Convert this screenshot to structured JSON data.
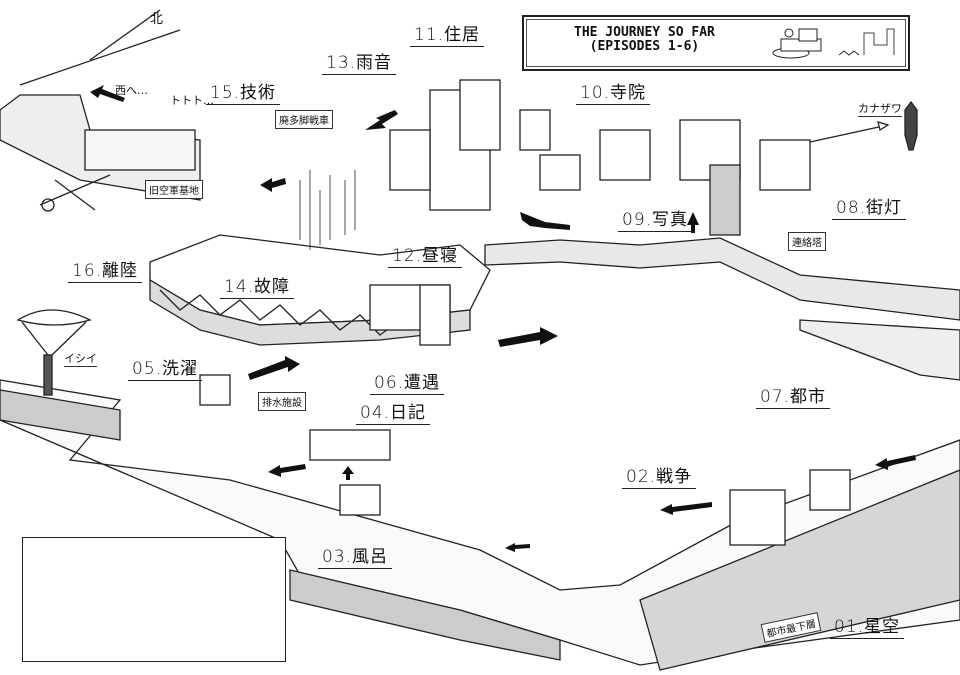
{
  "title": {
    "line1": "THE JOURNEY SO FAR",
    "line2": "(EPISODES 1-6)"
  },
  "compass": "北",
  "episodes": [
    {
      "num": "01",
      "label": "01.星空"
    },
    {
      "num": "02",
      "label": "02.戦争"
    },
    {
      "num": "03",
      "label": "03.風呂"
    },
    {
      "num": "04",
      "label": "04.日記"
    },
    {
      "num": "05",
      "label": "05.洗濯"
    },
    {
      "num": "06",
      "label": "06.遭遇"
    },
    {
      "num": "07",
      "label": "07.都市"
    },
    {
      "num": "08",
      "label": "08.街灯"
    },
    {
      "num": "09",
      "label": "09.写真"
    },
    {
      "num": "10",
      "label": "10.寺院"
    },
    {
      "num": "11",
      "label": "11.住居"
    },
    {
      "num": "12",
      "label": "12.昼寝"
    },
    {
      "num": "13",
      "label": "13.雨音"
    },
    {
      "num": "14",
      "label": "14.故障"
    },
    {
      "num": "15",
      "label": "15.技術"
    },
    {
      "num": "16",
      "label": "16.離陸"
    }
  ],
  "notes": {
    "tank": "廃多脚戦車",
    "airbase": "旧空軍基地",
    "tower": "連絡塔",
    "drainage": "排水施設",
    "lowest": "都市最下層"
  },
  "free_text": {
    "west": "西へ…",
    "sound": "トトト…",
    "kanazawa": "カナザワ",
    "ishii": "イシイ"
  }
}
